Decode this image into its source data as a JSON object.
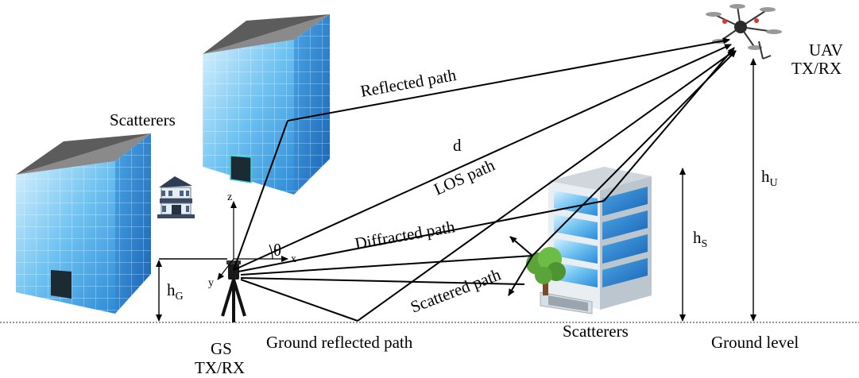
{
  "labels": {
    "reflected_path": "Reflected path",
    "d": "d",
    "los_path": "LOS path",
    "diffracted_path": "Diffracted path",
    "scattered_path": "Scattered path",
    "ground_reflected_path": "Ground reflected path",
    "scatterers_top": "Scatterers",
    "scatterers_bottom": "Scatterers",
    "ground_level": "Ground level",
    "uav_line1": "UAV",
    "uav_line2": "TX/RX",
    "gs_line1": "GS",
    "gs_line2": "TX/RX",
    "theta": "θ",
    "axis_x": "x",
    "axis_y": "y",
    "axis_z": "z"
  },
  "heights": {
    "h_g": {
      "base": "h",
      "sub": "G"
    },
    "h_s": {
      "base": "h",
      "sub": "S"
    },
    "h_u": {
      "base": "h",
      "sub": "U"
    }
  },
  "colors": {
    "glass_light": "#bfe6fb",
    "glass_mid": "#5cb8ee",
    "glass_dark": "#1f7fcf",
    "roof": "#6f6f6f",
    "door": "#1c2a33",
    "tree": "#5aa43a",
    "line": "#000000"
  },
  "icons": [
    "building-icon",
    "small-house-icon",
    "office-building-icon",
    "tree-icon",
    "drone-icon",
    "tripod-icon"
  ]
}
